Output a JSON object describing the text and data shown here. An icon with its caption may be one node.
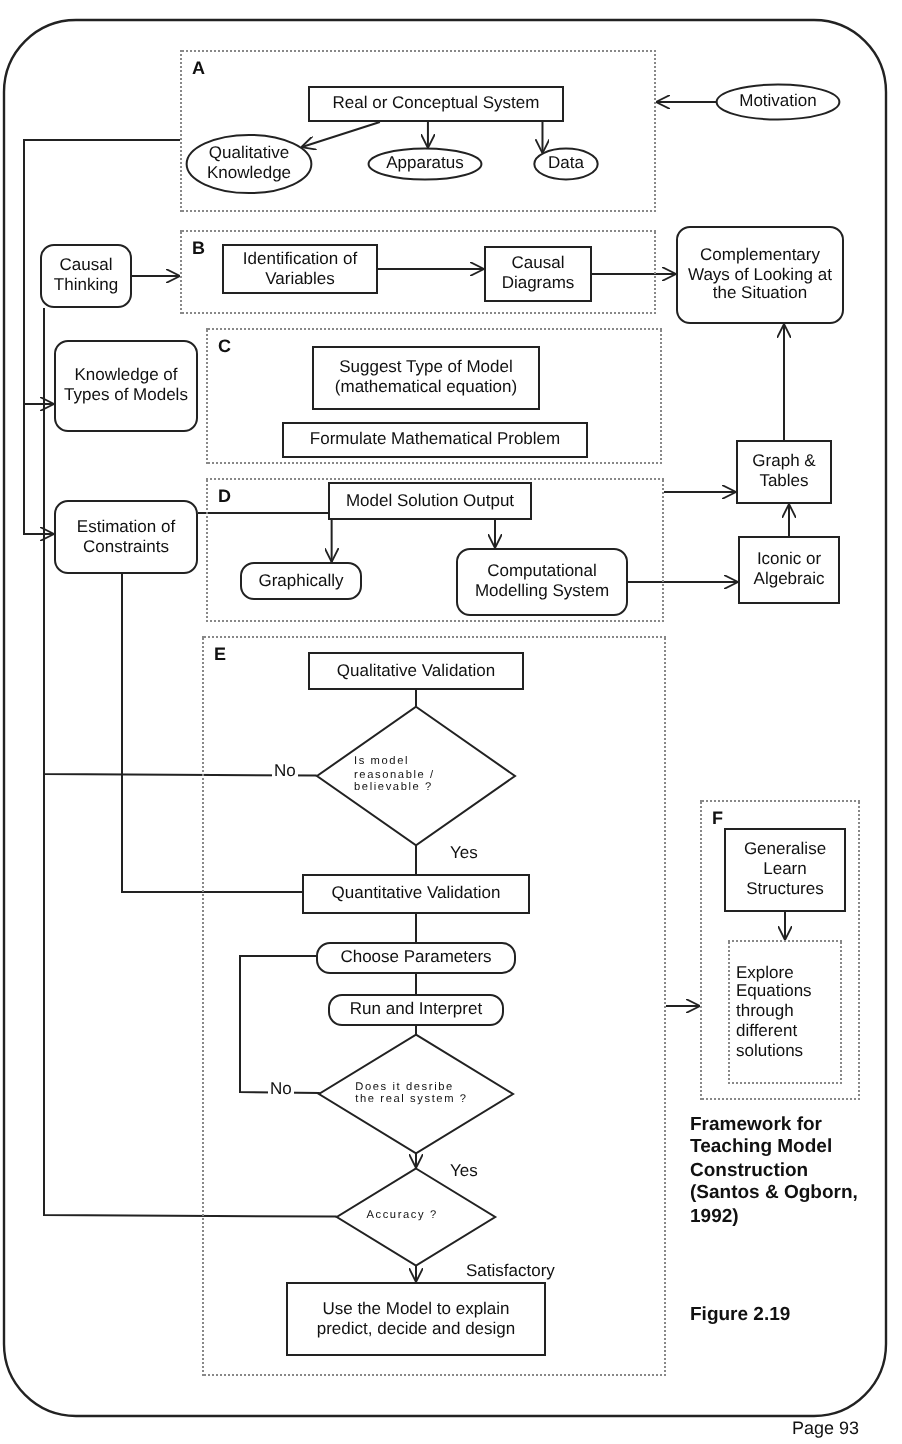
{
  "diagram": {
    "caption": "Framework for Teaching Model Construction (Santos & Ogborn, 1992)",
    "nodes": [
      {
        "text": [
          "A"
        ]
      },
      {
        "text": [
          "Real or Conceptual System"
        ],
        "in": 0
      },
      {
        "text": [
          "Qualitative Knowledge"
        ],
        "in": 0
      },
      {
        "text": [
          "Apparatus"
        ],
        "in": 0
      },
      {
        "text": [
          "Data"
        ],
        "in": 0
      },
      {
        "text": [
          "Motivation"
        ]
      },
      {
        "text": [
          "Causal Thinking"
        ]
      },
      {
        "text": [
          "B"
        ]
      },
      {
        "text": [
          "Identification of Variables"
        ],
        "in": 7
      },
      {
        "text": [
          "Causal Diagrams"
        ],
        "in": 7
      },
      {
        "text": [
          "Complementary Ways of Looking at the Situation"
        ]
      },
      {
        "text": [
          "Knowledge of Types of Models"
        ]
      },
      {
        "text": [
          "C"
        ]
      },
      {
        "text": [
          "Suggest Type of Model (mathematical equation)"
        ],
        "in": 12
      },
      {
        "text": [
          "Formulate Mathematical Problem"
        ],
        "in": 12
      },
      {
        "text": [
          "Graph & Tables"
        ]
      },
      {
        "text": [
          "Estimation of Constraints"
        ]
      },
      {
        "text": [
          "D"
        ]
      },
      {
        "text": [
          "Model Solution Output"
        ],
        "in": 17
      },
      {
        "text": [
          "Graphically"
        ],
        "in": 17
      },
      {
        "text": [
          "Computational Modelling System"
        ],
        "in": 17
      },
      {
        "text": [
          "Iconic or Algebraic"
        ]
      },
      {
        "text": [
          "E"
        ]
      },
      {
        "text": [
          "Qualitative Validation"
        ],
        "in": 22
      },
      {
        "text": [
          "Is model reasonable / believable ?"
        ],
        "in": 22
      },
      {
        "text": [
          "Quantitative Validation"
        ],
        "in": 22
      },
      {
        "text": [
          "Choose Parameters"
        ],
        "in": 22
      },
      {
        "text": [
          "Run and Interpret"
        ],
        "in": 22
      },
      {
        "text": [
          "Does it desribe the real system ?"
        ],
        "in": 22
      },
      {
        "text": [
          "Accuracy ?"
        ],
        "in": 22
      },
      {
        "text": [
          "Use the Model to explain predict, decide and design"
        ],
        "in": 22
      },
      {
        "text": [
          "F"
        ]
      },
      {
        "text": [
          "Generalise Learn Structures"
        ],
        "in": 31
      },
      {
        "text": [
          "Explore Equations through different solutions"
        ],
        "in": 31
      }
    ],
    "edges": [
      {
        "from": 1,
        "to": 2,
        "arrow": "to"
      },
      {
        "from": 1,
        "to": 3,
        "arrow": "to"
      },
      {
        "from": 1,
        "to": 4,
        "arrow": "to"
      },
      {
        "from": 5,
        "to": 0,
        "arrow": "to"
      },
      {
        "from": 6,
        "to": 7,
        "arrow": "to"
      },
      {
        "from": 8,
        "to": 9,
        "arrow": "to"
      },
      {
        "from": 9,
        "to": 10,
        "arrow": "to"
      },
      {
        "from": 15,
        "to": 10,
        "arrow": "to"
      },
      {
        "from": 21,
        "to": 15,
        "arrow": "to"
      },
      {
        "from": 17,
        "to": 15,
        "arrow": "to"
      },
      {
        "from": 20,
        "to": 21,
        "arrow": "to"
      },
      {
        "from": 18,
        "to": 19,
        "arrow": "to"
      },
      {
        "from": 18,
        "to": 20,
        "arrow": "to"
      },
      {
        "from": 16,
        "to": 18,
        "arrow": "none"
      },
      {
        "from": 0,
        "to": 11,
        "arrow": "to"
      },
      {
        "from": 0,
        "to": 16,
        "arrow": "to"
      },
      {
        "from": 24,
        "to": 6,
        "arrow": "none",
        "label": "No"
      },
      {
        "from": 29,
        "to": 6,
        "arrow": "none"
      },
      {
        "from": 16,
        "to": 25,
        "arrow": "none"
      },
      {
        "from": 23,
        "to": 24,
        "arrow": "none"
      },
      {
        "from": 24,
        "to": 25,
        "arrow": "none",
        "label": "Yes"
      },
      {
        "from": 25,
        "to": 26,
        "arrow": "none"
      },
      {
        "from": 26,
        "to": 27,
        "arrow": "none"
      },
      {
        "from": 27,
        "to": 28,
        "arrow": "none"
      },
      {
        "from": 28,
        "to": 26,
        "arrow": "none",
        "label": "No"
      },
      {
        "from": 28,
        "to": 29,
        "arrow": "to",
        "label": "Yes"
      },
      {
        "from": 29,
        "to": 30,
        "arrow": "to",
        "label": "Satisfactory"
      },
      {
        "from": 22,
        "to": 31,
        "arrow": "to"
      },
      {
        "from": 32,
        "to": 33,
        "arrow": "to"
      }
    ],
    "labels": [
      "Figure 2.19",
      "Page 93"
    ]
  }
}
